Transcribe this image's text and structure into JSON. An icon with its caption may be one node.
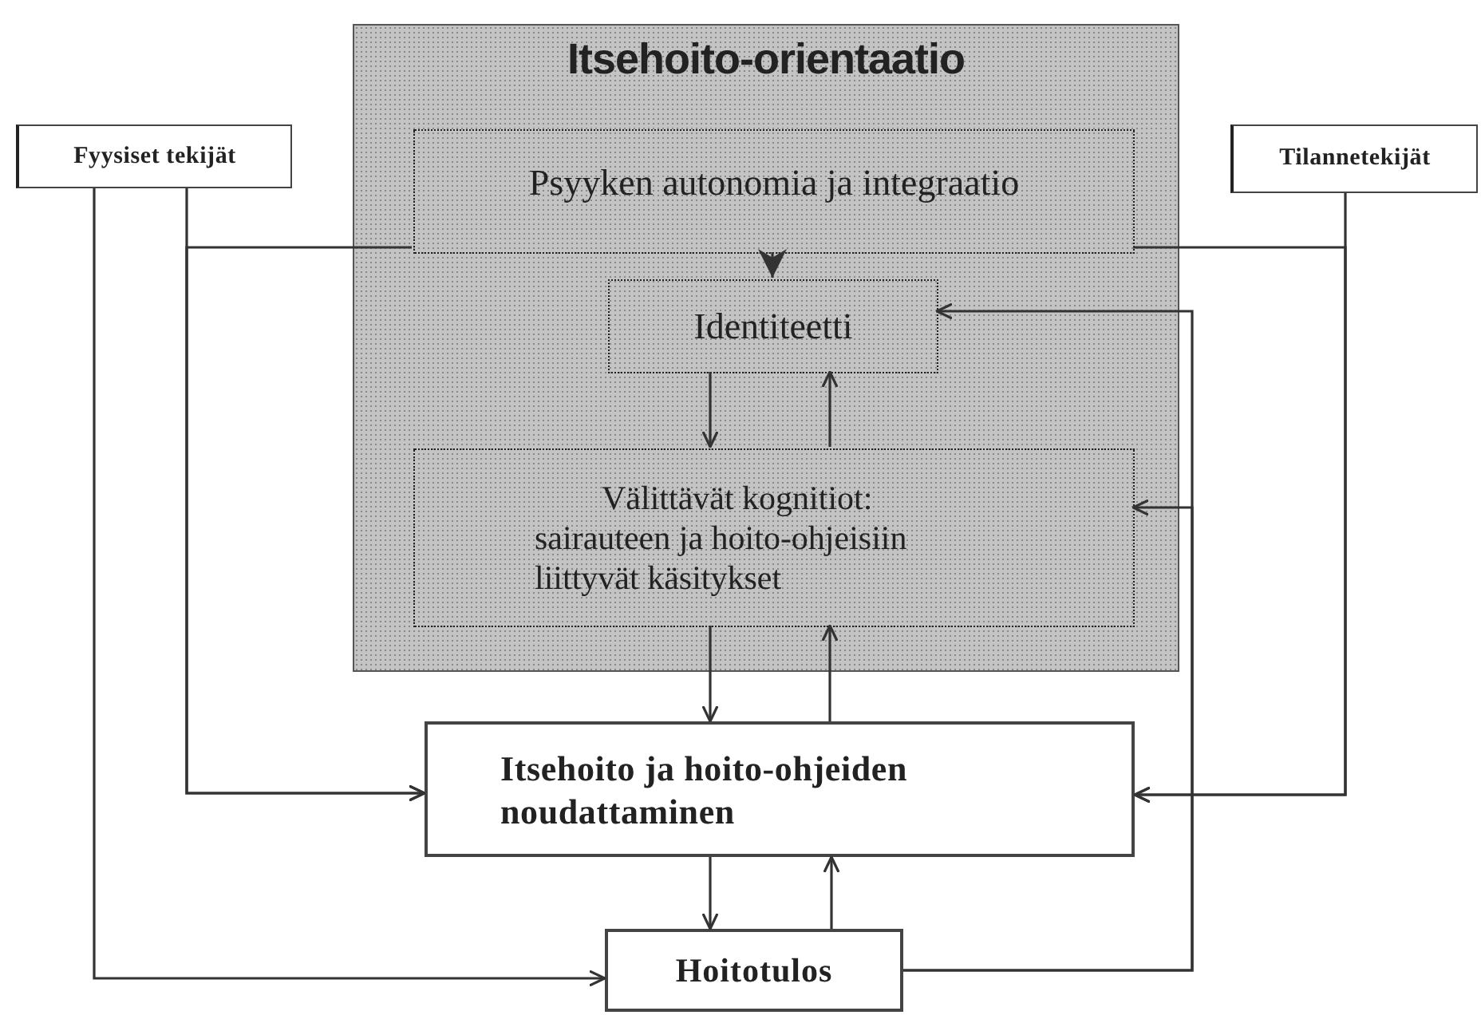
{
  "diagram": {
    "nodes": [
      {
        "text": [
          "Itsehoito-orientaatio"
        ]
      },
      {
        "text": [
          "Psyyken autonomia ja integraatio"
        ],
        "in": 0
      },
      {
        "text": [
          "Identiteetti"
        ],
        "in": 0
      },
      {
        "text": [
          "Välittävät kognitiot: sairauteen ja hoito-ohjeisiin liittyvät käsitykset"
        ],
        "in": 0
      },
      {
        "text": [
          "Itsehoito ja hoito-ohjeiden noudattaminen"
        ]
      },
      {
        "text": [
          "Hoitotulos"
        ]
      },
      {
        "text": [
          "Fyysiset tekijät"
        ]
      },
      {
        "text": [
          "Tilannetekijät"
        ]
      }
    ],
    "edges": [
      {
        "from": 1,
        "to": 2,
        "arrow": "to"
      },
      {
        "from": 1,
        "to": 4,
        "arrow": "to"
      },
      {
        "from": 1,
        "to": 4,
        "arrow": "to"
      },
      {
        "from": 6,
        "to": 4,
        "arrow": "to"
      },
      {
        "from": 7,
        "to": 4,
        "arrow": "to"
      },
      {
        "from": 6,
        "to": 5,
        "arrow": "to"
      },
      {
        "from": 2,
        "to": 3,
        "arrow": "to"
      },
      {
        "from": 3,
        "to": 2,
        "arrow": "to"
      },
      {
        "from": 3,
        "to": 4,
        "arrow": "to"
      },
      {
        "from": 4,
        "to": 3,
        "arrow": "to"
      },
      {
        "from": 4,
        "to": 5,
        "arrow": "to"
      },
      {
        "from": 5,
        "to": 4,
        "arrow": "to"
      },
      {
        "from": 5,
        "to": 2,
        "arrow": "to"
      },
      {
        "from": 5,
        "to": 3,
        "arrow": "to"
      }
    ]
  }
}
